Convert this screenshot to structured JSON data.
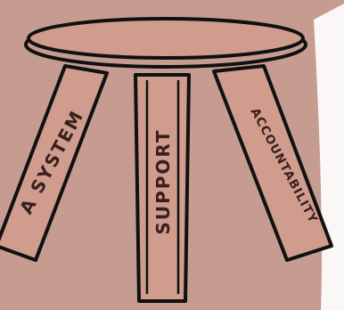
{
  "diagram": {
    "legs": [
      {
        "label": "A SYSTEM"
      },
      {
        "label": "SUPPORT"
      },
      {
        "label": "ACCOUNTABILITY"
      }
    ],
    "colors": {
      "background": "#c69c91",
      "stool_fill": "#cf9c8d",
      "outline": "#111111",
      "text": "#3a1f1d",
      "page_edge": "#faf7f6"
    }
  }
}
